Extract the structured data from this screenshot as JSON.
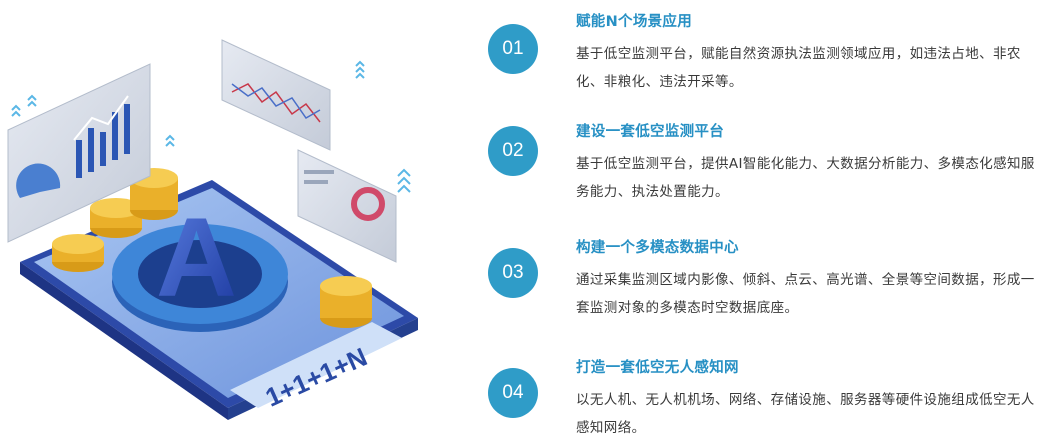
{
  "illustration": {
    "phone_label": "1+1+1+N",
    "center_letter": "A"
  },
  "items": [
    {
      "number": "01",
      "title": "赋能N个场景应用",
      "desc": "基于低空监测平台，赋能自然资源执法监测领域应用，如违法占地、非农化、非粮化、违法开采等。"
    },
    {
      "number": "02",
      "title": "建设一套低空监测平台",
      "desc": "基于低空监测平台，提供AI智能化能力、大数据分析能力、多模态化感知服务能力、执法处置能力。"
    },
    {
      "number": "03",
      "title": "构建一个多模态数据中心",
      "desc": "通过采集监测区域内影像、倾斜、点云、高光谱、全景等空间数据，形成一套监测对象的多模态时空数据底座。"
    },
    {
      "number": "04",
      "title": "打造一套低空无人感知网",
      "desc": "以无人机、无人机机场、网络、存储设施、服务器等硬件设施组成低空无人感知网络。"
    }
  ]
}
